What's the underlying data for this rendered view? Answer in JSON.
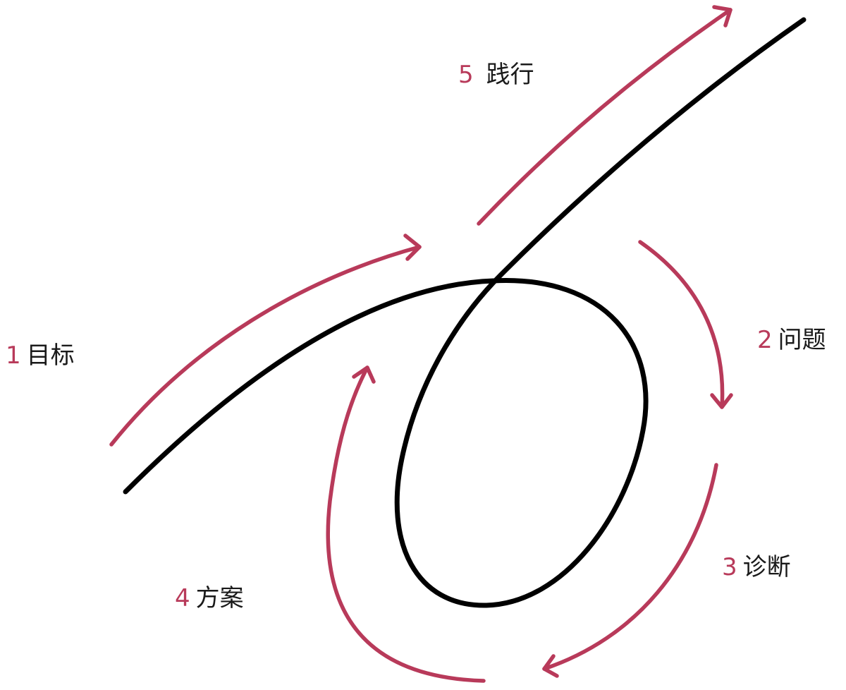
{
  "colors": {
    "arrow": "#b83a5a",
    "curve": "#000000",
    "number": "#b83a5a",
    "text": "#1a1a1a"
  },
  "steps": [
    {
      "num": "1",
      "label": "目标"
    },
    {
      "num": "2",
      "label": "问题"
    },
    {
      "num": "3",
      "label": "诊断"
    },
    {
      "num": "4",
      "label": "方案"
    },
    {
      "num": "5",
      "label": "践行"
    }
  ]
}
